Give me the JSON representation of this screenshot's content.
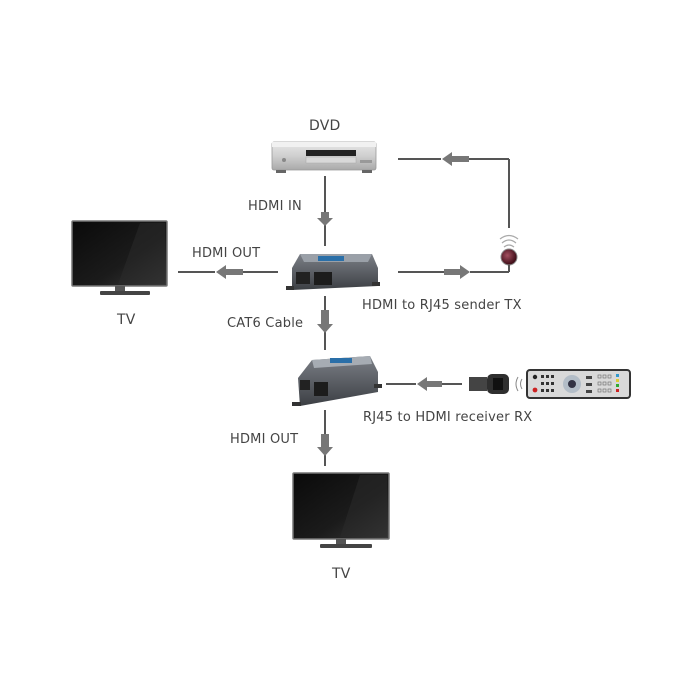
{
  "diagram": {
    "title": "HDMI extender over CAT6 connection diagram",
    "nodes": {
      "dvd": {
        "label": "DVD",
        "icon": "dvd-player-icon"
      },
      "tv_top": {
        "label": "TV",
        "icon": "tv-icon"
      },
      "sender": {
        "label": "HDMI to RJ45 sender TX",
        "icon": "extender-sender-icon"
      },
      "ir_emitter": {
        "icon": "ir-emitter-icon"
      },
      "receiver": {
        "label": "RJ45 to HDMI receiver RX",
        "icon": "extender-receiver-icon"
      },
      "ir_receiver": {
        "icon": "ir-receiver-icon"
      },
      "remote": {
        "icon": "remote-control-icon"
      },
      "tv_bottom": {
        "label": "TV",
        "icon": "tv-icon"
      }
    },
    "edges": [
      {
        "from": "dvd",
        "to": "sender",
        "label": "HDMI IN"
      },
      {
        "from": "sender",
        "to": "tv_top",
        "label": "HDMI OUT"
      },
      {
        "from": "sender",
        "to": "receiver",
        "label": "CAT6 Cable"
      },
      {
        "from": "receiver",
        "to": "tv_bottom",
        "label": "HDMI OUT"
      },
      {
        "from": "sender",
        "to": "ir_emitter",
        "label": ""
      },
      {
        "from": "ir_emitter",
        "to": "dvd",
        "label": ""
      },
      {
        "from": "ir_receiver",
        "to": "receiver",
        "label": ""
      }
    ]
  }
}
